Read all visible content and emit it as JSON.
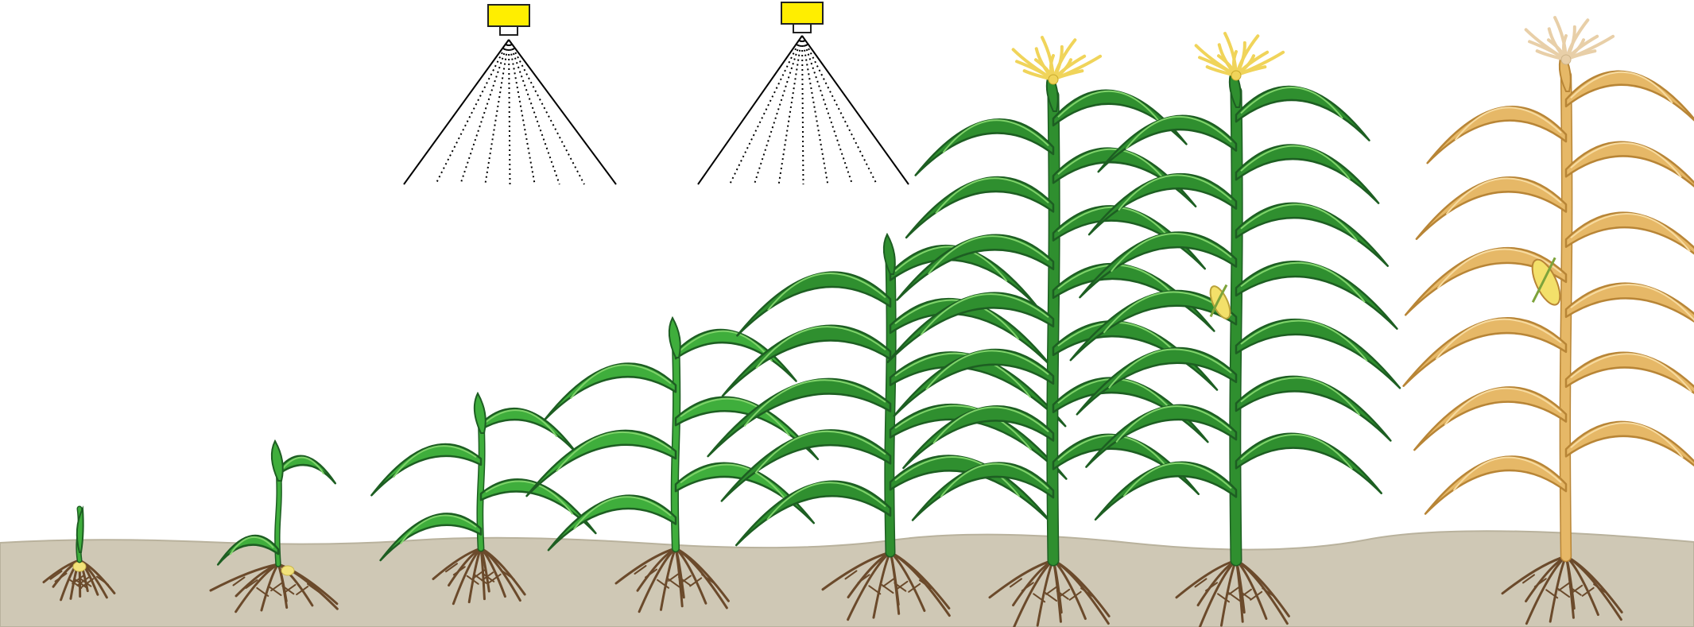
{
  "colors": {
    "background": "#ffffff",
    "soil": "#cfc8b5",
    "soil_edge": "#b9b29d",
    "root": "#6b4a2b",
    "seed": "#f2e27a",
    "green_light": "#3fae3c",
    "green_mid": "#2f8f2f",
    "green_dark": "#1d5e22",
    "tassel": "#f0d45a",
    "tassel_dry": "#e8cfa8",
    "dry_leaf": "#e6b867",
    "dry_edge": "#b88536",
    "ear": "#f3e06a",
    "sprayer": "#ffee00",
    "spray_line": "#000000"
  },
  "sprayers": [
    {
      "name": "sprayer-nozzle-1"
    },
    {
      "name": "sprayer-nozzle-2"
    }
  ],
  "plants": [
    {
      "stage": 1,
      "type": "emergence",
      "leaves": 1
    },
    {
      "stage": 2,
      "type": "seedling",
      "leaves": 2
    },
    {
      "stage": 3,
      "type": "vegetative",
      "leaves": 4
    },
    {
      "stage": 4,
      "type": "vegetative",
      "leaves": 6
    },
    {
      "stage": 5,
      "type": "vegetative",
      "leaves": 10
    },
    {
      "stage": 6,
      "type": "tasseling",
      "leaves": 14
    },
    {
      "stage": 7,
      "type": "silking",
      "leaves": 14
    },
    {
      "stage": 8,
      "type": "maturity",
      "leaves": 12
    }
  ]
}
